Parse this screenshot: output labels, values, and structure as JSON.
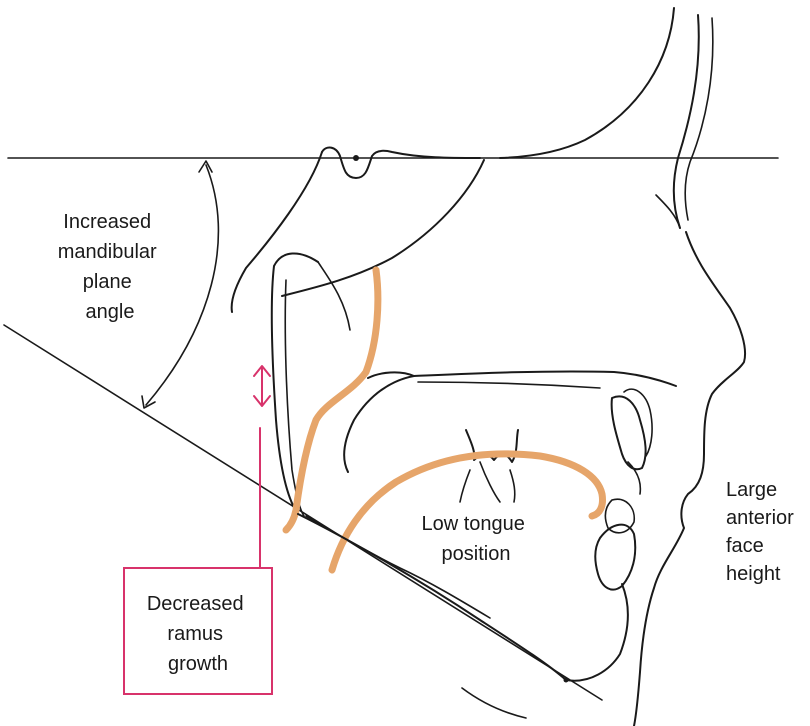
{
  "labels": {
    "mandibular_angle": [
      "Increased",
      "mandibular",
      "plane",
      "angle"
    ],
    "tongue": [
      "Low tongue",
      "position"
    ],
    "face_height": [
      "Large",
      "anterior",
      "face",
      "height"
    ],
    "ramus": [
      "Decreased",
      "ramus",
      "growth"
    ]
  },
  "colors": {
    "line": "#1a1a1a",
    "tongue_highlight": "#e6a56a",
    "ramus_callout": "#d8336b"
  }
}
